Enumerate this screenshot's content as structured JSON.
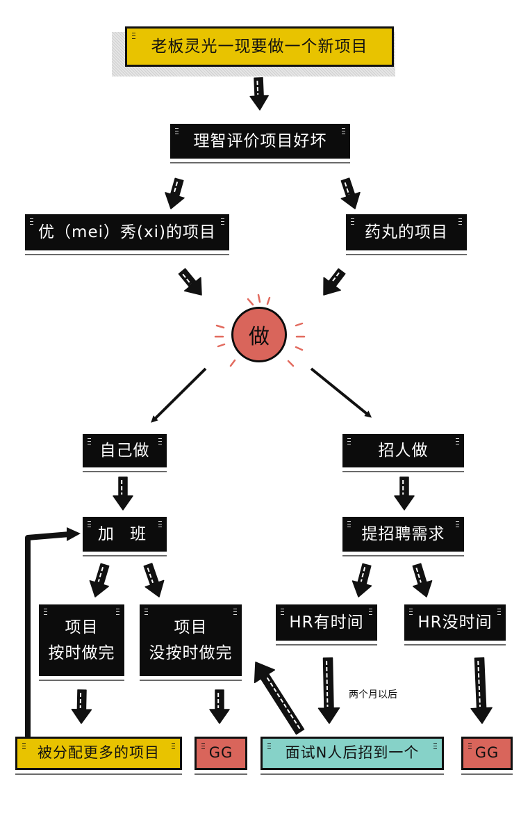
{
  "nodes": {
    "idea": "老板灵光一现要做一个新项目",
    "evaluate": "理智评价项目好坏",
    "good_project": "优（mei）秀(xi)的项目",
    "bad_project": "药丸的项目",
    "do": "做",
    "do_self": "自己做",
    "hire": "招人做",
    "overtime": "加 班",
    "hiring_need": "提招聘需求",
    "on_time_line1": "项目",
    "on_time_line2": "按时做完",
    "not_on_time_line1": "项目",
    "not_on_time_line2": "没按时做完",
    "hr_has_time": "HR有时间",
    "hr_no_time": "HR没时间",
    "more_projects": "被分配更多的项目",
    "gg_left": "GG",
    "interview": "面试N人后招到一个",
    "gg_right": "GG"
  },
  "notes": {
    "two_months_later": "两个月以后"
  },
  "colors": {
    "box_dark": "#0c0c0c",
    "yellow": "#e8c300",
    "red": "#d9655b",
    "teal": "#86d2c8"
  }
}
